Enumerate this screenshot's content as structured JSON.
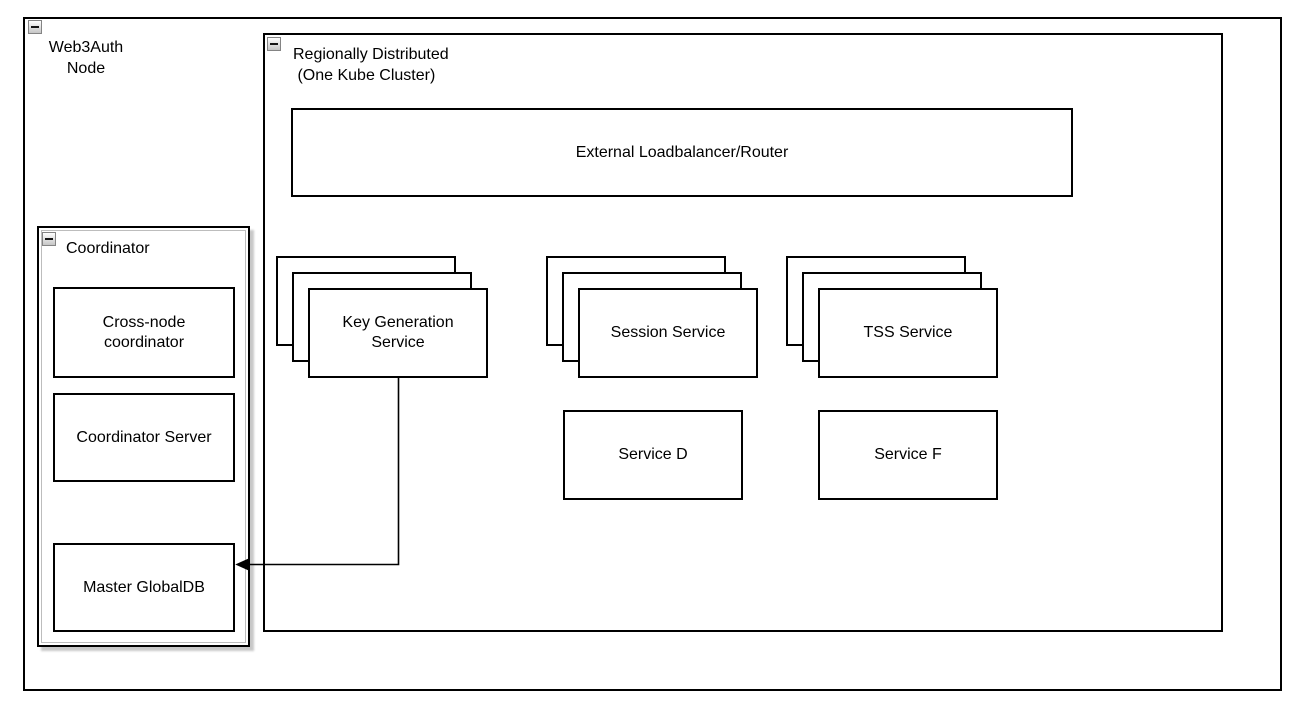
{
  "nodes": {
    "web3auth": {
      "label": "Web3Auth\nNode"
    },
    "regional": {
      "label": "Regionally Distributed\n (One Kube Cluster)"
    },
    "loadbalancer": {
      "label": "External Loadbalancer/Router"
    },
    "key_generation": {
      "label": "Key Generation\nService",
      "replicas_shown": 3
    },
    "session": {
      "label": "Session Service",
      "replicas_shown": 3
    },
    "tss": {
      "label": "TSS Service",
      "replicas_shown": 3
    },
    "service_d": {
      "label": "Service D"
    },
    "service_f": {
      "label": "Service F"
    },
    "coordinator": {
      "label": "Coordinator"
    },
    "cross_node": {
      "label": "Cross-node\ncoordinator"
    },
    "coordinator_server": {
      "label": "Coordinator Server"
    },
    "master_globaldb": {
      "label": "Master GlobalDB"
    }
  },
  "edges": [
    {
      "from": "key_generation",
      "to": "master_globaldb",
      "style": "orthogonal",
      "arrowhead": "classic-left"
    }
  ],
  "icons": {
    "collapse": "minus"
  },
  "colors": {
    "stroke": "#000000",
    "fill": "#ffffff",
    "text": "#000000",
    "shadow": "#cccccc",
    "collapse_border": "#848484"
  }
}
